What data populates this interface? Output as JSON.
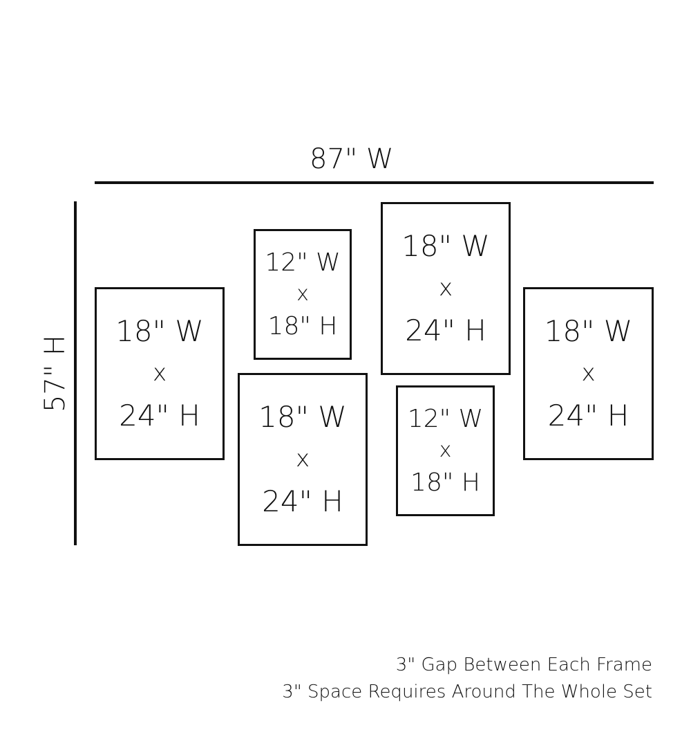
{
  "width_label": "87\" W",
  "height_label": "57\" H",
  "frames": [
    {
      "width": "18\" W",
      "times": "x",
      "height": "24\" H"
    },
    {
      "width": "12\" W",
      "times": "x",
      "height": "18\" H"
    },
    {
      "width": "18\" W",
      "times": "x",
      "height": "24\" H"
    },
    {
      "width": "18\" W",
      "times": "x",
      "height": "24\" H"
    },
    {
      "width": "12\" W",
      "times": "x",
      "height": "18\" H"
    },
    {
      "width": "18\" W",
      "times": "x",
      "height": "24\" H"
    }
  ],
  "notes": {
    "line1": "3\" Gap Between Each Frame",
    "line2": "3\" Space Requires Around The Whole Set"
  }
}
